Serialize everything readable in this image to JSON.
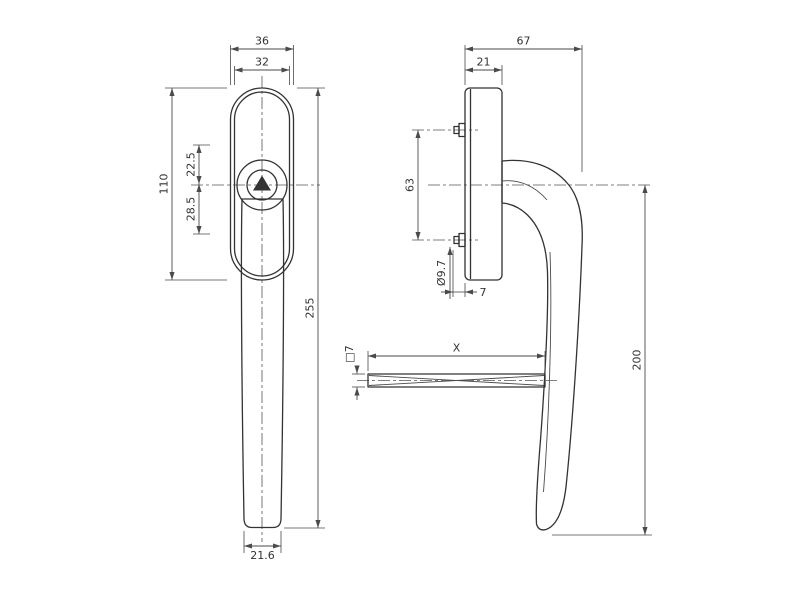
{
  "drawing": {
    "front_view": {
      "width_outer": "36",
      "width_inner": "32",
      "rosette_height": "110",
      "hub_offset_upper": "22.5",
      "hub_offset_lower": "28.5",
      "total_height": "255",
      "grip_width": "21.6"
    },
    "side_view": {
      "total_depth": "67",
      "rosette_depth": "21",
      "screw_spacing": "63",
      "screw_diameter": "Ø9.7",
      "screw_protrusion": "7",
      "handle_drop": "200"
    },
    "spindle": {
      "length": "X",
      "square_size": "□7"
    }
  }
}
